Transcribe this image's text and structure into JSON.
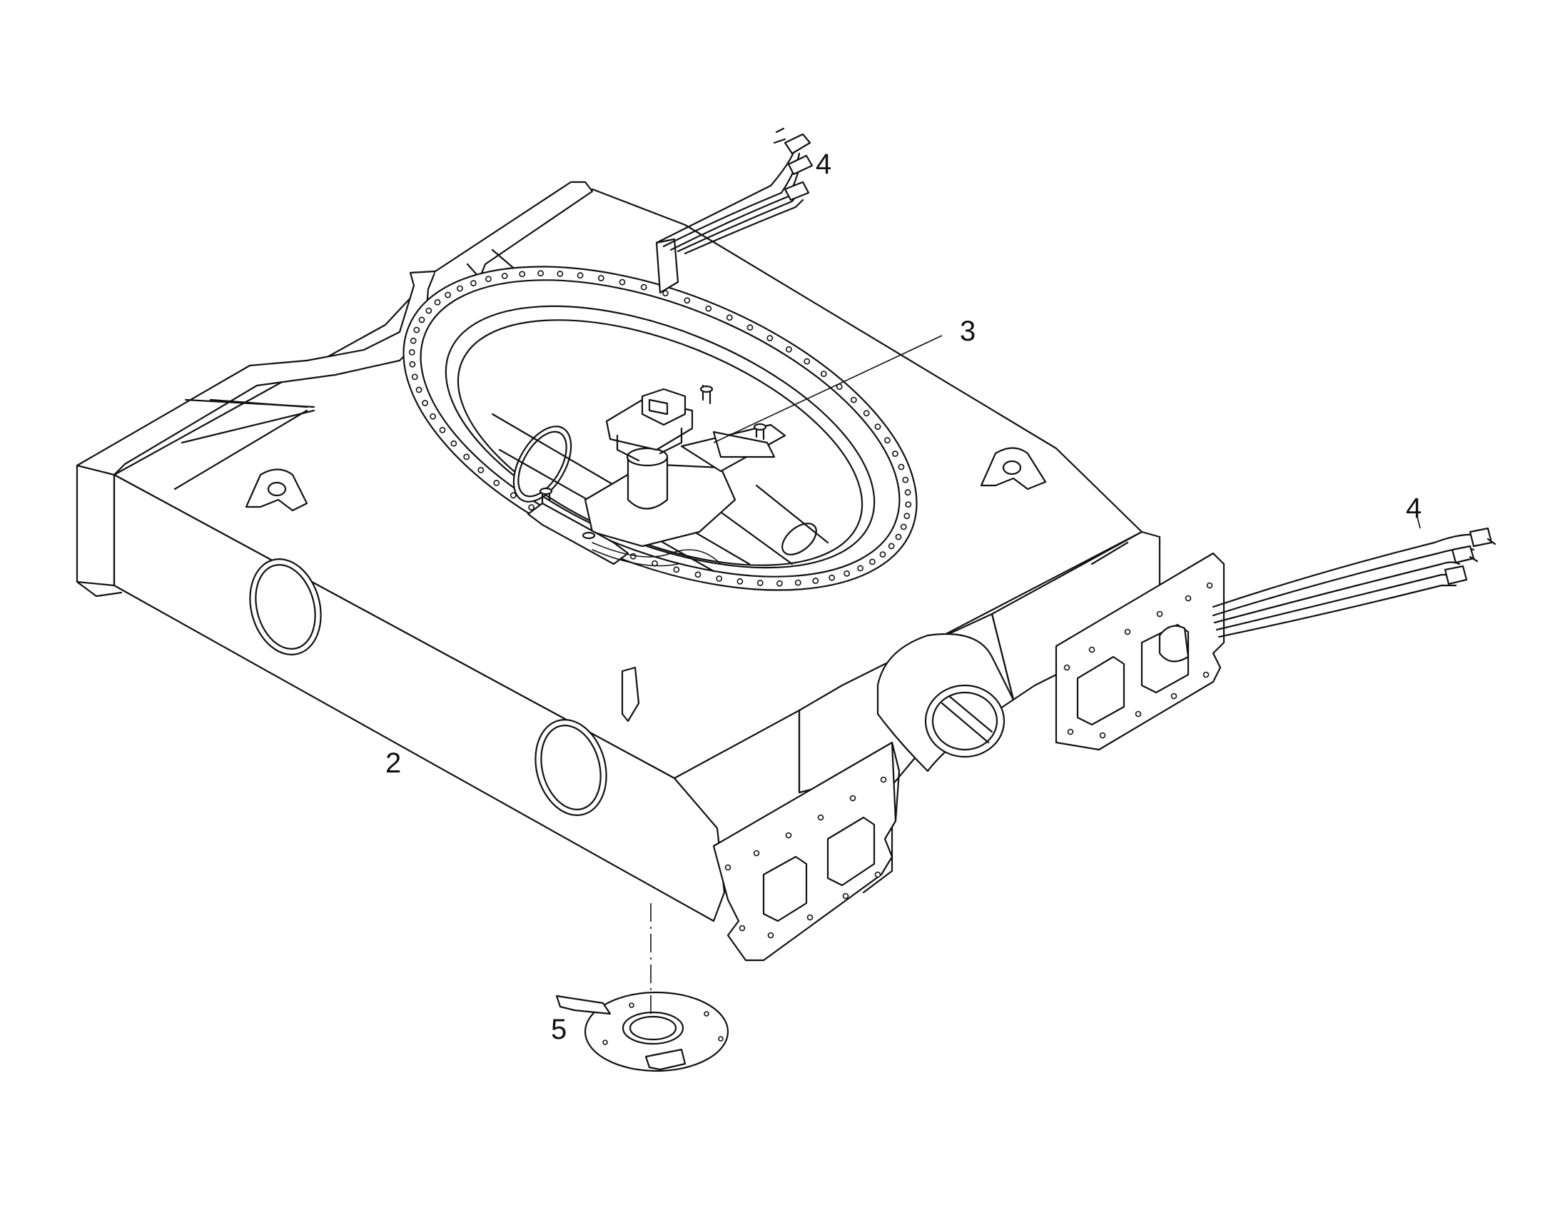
{
  "callouts": {
    "c2": "2",
    "c3": "3",
    "c4a": "4",
    "c4b": "4",
    "c5": "5"
  }
}
